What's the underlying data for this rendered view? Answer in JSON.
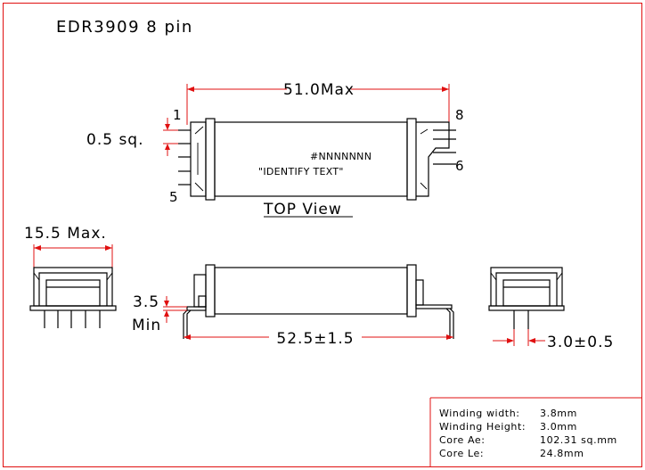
{
  "title": "EDR3909  8 pin",
  "top_view": {
    "caption": "TOP View",
    "dim_length": "51.0Max",
    "dim_pin": "0.5 sq.",
    "pin_1": "1",
    "pin_5": "5",
    "pin_8": "8",
    "pin_6": "6",
    "marking_code": "#NNNNNNN",
    "marking_text": "\"IDENTIFY TEXT\""
  },
  "side_view": {
    "dim_width": "15.5 Max.",
    "dim_standoff": "3.5",
    "dim_standoff_min": "Min",
    "dim_span": "52.5±1.5",
    "dim_pitch": "3.0±0.5"
  },
  "specs": [
    {
      "label": "Winding width:",
      "value": "3.8mm"
    },
    {
      "label": "Winding Height:",
      "value": "3.0mm"
    },
    {
      "label": "Core Ae:",
      "value": "102.31 sq.mm"
    },
    {
      "label": "Core Le:",
      "value": "24.8mm"
    }
  ],
  "colors": {
    "dimension": "#e01010",
    "outline": "#000000"
  }
}
